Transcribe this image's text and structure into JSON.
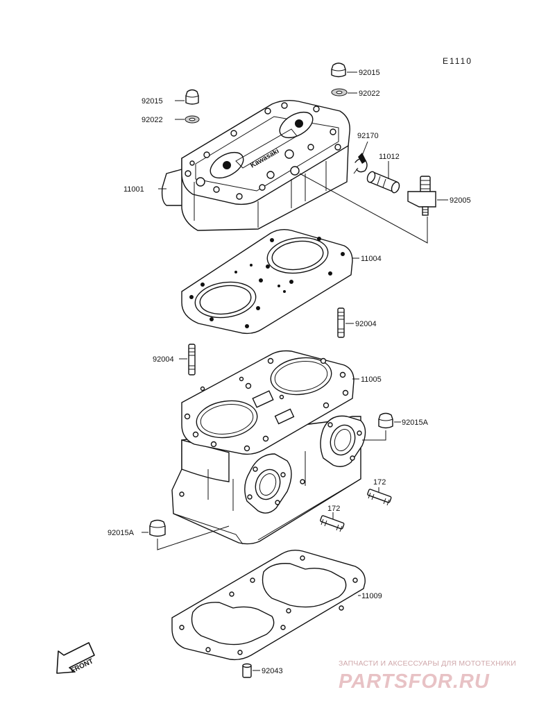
{
  "diagram_code": "E1110",
  "callouts": {
    "nut_top_right": "92015",
    "washer_top_right": "92022",
    "nut_top_left": "92015",
    "washer_top_left": "92022",
    "clamp": "92170",
    "hose_fitting": "11012",
    "cylinder_head": "11001",
    "fitting_elbow": "92005",
    "head_gasket": "11004",
    "stud_right": "92004",
    "stud_left": "92004",
    "cylinder": "11005",
    "nut_cyl_right": "92015A",
    "stud_172_upper": "172",
    "stud_172_lower": "172",
    "nut_cyl_left": "92015A",
    "base_gasket": "11009",
    "dowel_pin": "92043"
  },
  "front_arrow_label": "FRONT",
  "head_casting_text": "Kawasaki",
  "watermark": {
    "tagline": "ЗАПЧАСТИ И АКСЕССУАРЫ ДЛЯ МОТОТЕХНИКИ",
    "logo": "PARTSFOR.RU"
  }
}
